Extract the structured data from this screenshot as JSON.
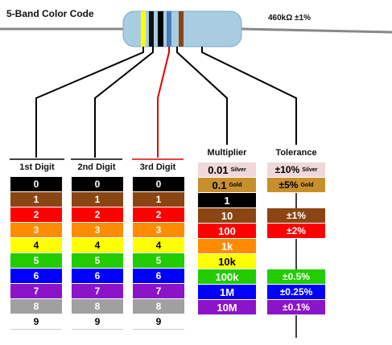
{
  "title": "5-Band Color Code",
  "value_label": "460kΩ  ±1%",
  "resistor": {
    "body_color": "#a8cde0",
    "bands": [
      "#ffff00",
      "#111111",
      "#000000",
      "#4a7bbf",
      "#8b4513"
    ]
  },
  "digit_columns": [
    {
      "header": "1st Digit"
    },
    {
      "header": "2nd Digit"
    },
    {
      "header": "3rd Digit"
    }
  ],
  "digits": [
    {
      "label": "0",
      "bg": "#000000",
      "fg": "#ffffff"
    },
    {
      "label": "1",
      "bg": "#8b4513",
      "fg": "#ffffff"
    },
    {
      "label": "2",
      "bg": "#ff0000",
      "fg": "#ffffff"
    },
    {
      "label": "3",
      "bg": "#ff8c00",
      "fg": "#ffffff"
    },
    {
      "label": "4",
      "bg": "#ffff00",
      "fg": "#000000"
    },
    {
      "label": "5",
      "bg": "#22cc00",
      "fg": "#ffffff"
    },
    {
      "label": "6",
      "bg": "#0000ff",
      "fg": "#ffffff"
    },
    {
      "label": "7",
      "bg": "#8b14c8",
      "fg": "#ffffff"
    },
    {
      "label": "8",
      "bg": "#a0a0a0",
      "fg": "#ffffff"
    },
    {
      "label": "9",
      "bg": "#ffffff",
      "fg": "#000000"
    }
  ],
  "multiplier": {
    "header": "Multiplier",
    "rows": [
      {
        "label": "0.01",
        "sub": "Silver",
        "bg": "#f0d8d8",
        "fg": "#000000"
      },
      {
        "label": "0.1",
        "sub": "Gold",
        "bg": "#c8902c",
        "fg": "#000000"
      },
      {
        "label": "1",
        "sub": "",
        "bg": "#000000",
        "fg": "#ffffff"
      },
      {
        "label": "10",
        "sub": "",
        "bg": "#8b4513",
        "fg": "#ffffff"
      },
      {
        "label": "100",
        "sub": "",
        "bg": "#ff0000",
        "fg": "#ffffff"
      },
      {
        "label": "1k",
        "sub": "",
        "bg": "#ff8c00",
        "fg": "#ffffff"
      },
      {
        "label": "10k",
        "sub": "",
        "bg": "#ffff00",
        "fg": "#000000"
      },
      {
        "label": "100k",
        "sub": "",
        "bg": "#22cc00",
        "fg": "#ffffff"
      },
      {
        "label": "1M",
        "sub": "",
        "bg": "#0000ff",
        "fg": "#ffffff"
      },
      {
        "label": "10M",
        "sub": "",
        "bg": "#8b14c8",
        "fg": "#ffffff"
      }
    ]
  },
  "tolerance": {
    "header": "Tolerance",
    "rows": [
      {
        "label": "±10%",
        "sub": "Silver",
        "bg": "#f0d8d8",
        "fg": "#000000",
        "row": 0
      },
      {
        "label": "±5%",
        "sub": "Gold",
        "bg": "#c8902c",
        "fg": "#000000",
        "row": 1
      },
      {
        "label": "±1%",
        "sub": "",
        "bg": "#8b4513",
        "fg": "#ffffff",
        "row": 3
      },
      {
        "label": "±2%",
        "sub": "",
        "bg": "#ff0000",
        "fg": "#ffffff",
        "row": 4
      },
      {
        "label": "±0.5%",
        "sub": "",
        "bg": "#22cc00",
        "fg": "#ffffff",
        "row": 7
      },
      {
        "label": "±0.25%",
        "sub": "",
        "bg": "#0000ff",
        "fg": "#ffffff",
        "row": 8
      },
      {
        "label": "±0.1%",
        "sub": "",
        "bg": "#8b14c8",
        "fg": "#ffffff",
        "row": 9
      }
    ]
  }
}
